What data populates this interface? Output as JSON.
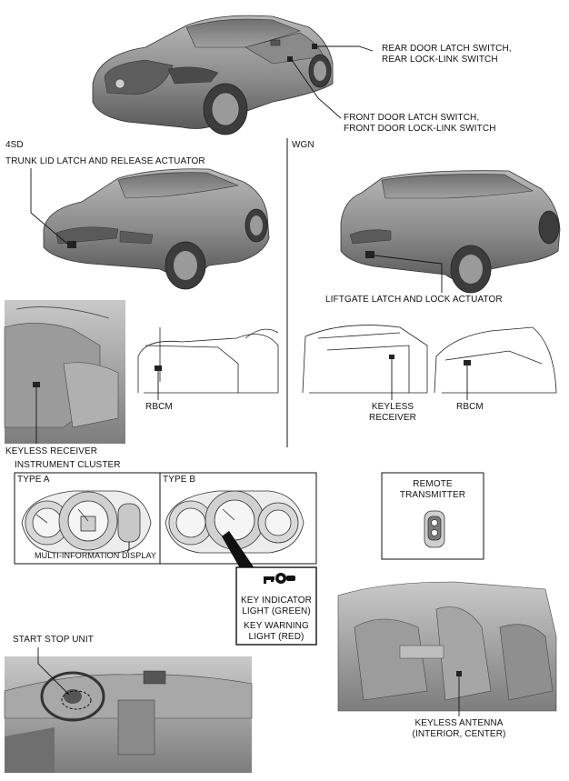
{
  "labels": {
    "rear_door_line1": "REAR DOOR LATCH SWITCH,",
    "rear_door_line2": "REAR LOCK-LINK SWITCH",
    "front_door_line1": "FRONT DOOR LATCH SWITCH,",
    "front_door_line2": "FRONT DOOR LOCK-LINK SWITCH",
    "variant_4sd": "4SD",
    "variant_wgn": "WGN",
    "trunk_lid": "TRUNK LID LATCH AND RELEASE ACTUATOR",
    "liftgate": "LIFTGATE LATCH AND LOCK ACTUATOR",
    "rbcm_left": "RBCM",
    "rbcm_right": "RBCM",
    "keyless_receiver_left": "KEYLESS RECEIVER",
    "keyless_receiver_right_line1": "KEYLESS",
    "keyless_receiver_right_line2": "RECEIVER",
    "instrument_cluster": "INSTRUMENT CLUSTER",
    "type_a": "TYPE A",
    "type_b": "TYPE B",
    "multi_info_display": "MULTI-INFORMATION DISPLAY",
    "remote_line1": "REMOTE",
    "remote_line2": "TRANSMITTER",
    "key_indicator_line1": "KEY INDICATOR",
    "key_indicator_line2": "LIGHT (GREEN)",
    "key_warning_line1": "KEY WARNING",
    "key_warning_line2": "LIGHT (RED)",
    "start_stop_unit": "START STOP UNIT",
    "keyless_antenna_line1": "KEYLESS ANTENNA",
    "keyless_antenna_line2": "(INTERIOR, CENTER)"
  },
  "colors": {
    "car_body": "#8f8f8f",
    "car_dark": "#4a4a4a",
    "line": "#111111"
  }
}
